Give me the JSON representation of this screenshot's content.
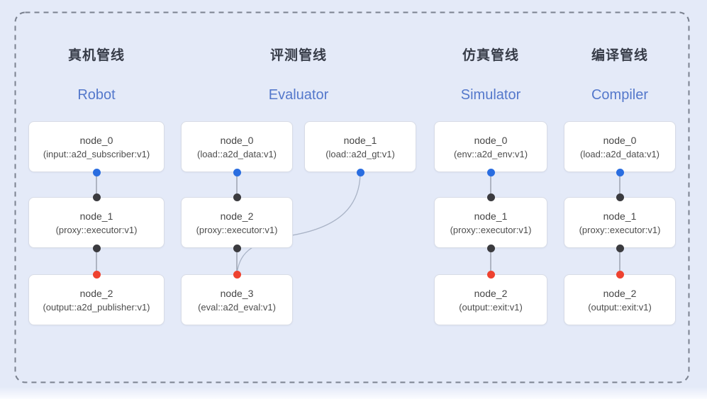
{
  "diagram": {
    "background_color": "#e4eaf8",
    "dashed_border_color": "#7b8290",
    "accent_blue": "#5478cb",
    "edge_color": "#8b919e",
    "curve_color": "#a9b3c6",
    "dot_colors": {
      "input_port": "#2a6de0",
      "link_port": "#3b3b3f",
      "output_port": "#ee4230"
    },
    "pipelines": [
      {
        "id": "robot",
        "title_zh": "真机管线",
        "title_en": "Robot",
        "nodes": [
          {
            "name": "node_0",
            "type": "(input::a2d_subscriber:v1)"
          },
          {
            "name": "node_1",
            "type": "(proxy::executor:v1)"
          },
          {
            "name": "node_2",
            "type": "(output::a2d_publisher:v1)"
          }
        ]
      },
      {
        "id": "evaluator",
        "title_zh": "评测管线",
        "title_en": "Evaluator",
        "nodes": [
          {
            "name": "node_0",
            "type": "(load::a2d_data:v1)"
          },
          {
            "name": "node_1",
            "type": "(load::a2d_gt:v1)"
          },
          {
            "name": "node_2",
            "type": "(proxy::executor:v1)"
          },
          {
            "name": "node_3",
            "type": "(eval::a2d_eval:v1)"
          }
        ]
      },
      {
        "id": "simulator",
        "title_zh": "仿真管线",
        "title_en": "Simulator",
        "nodes": [
          {
            "name": "node_0",
            "type": "(env::a2d_env:v1)"
          },
          {
            "name": "node_1",
            "type": "(proxy::executor:v1)"
          },
          {
            "name": "node_2",
            "type": "(output::exit:v1)"
          }
        ]
      },
      {
        "id": "compiler",
        "title_zh": "编译管线",
        "title_en": "Compiler",
        "nodes": [
          {
            "name": "node_0",
            "type": "(load::a2d_data:v1)"
          },
          {
            "name": "node_1",
            "type": "(proxy::executor:v1)"
          },
          {
            "name": "node_2",
            "type": "(output::exit:v1)"
          }
        ]
      }
    ]
  }
}
